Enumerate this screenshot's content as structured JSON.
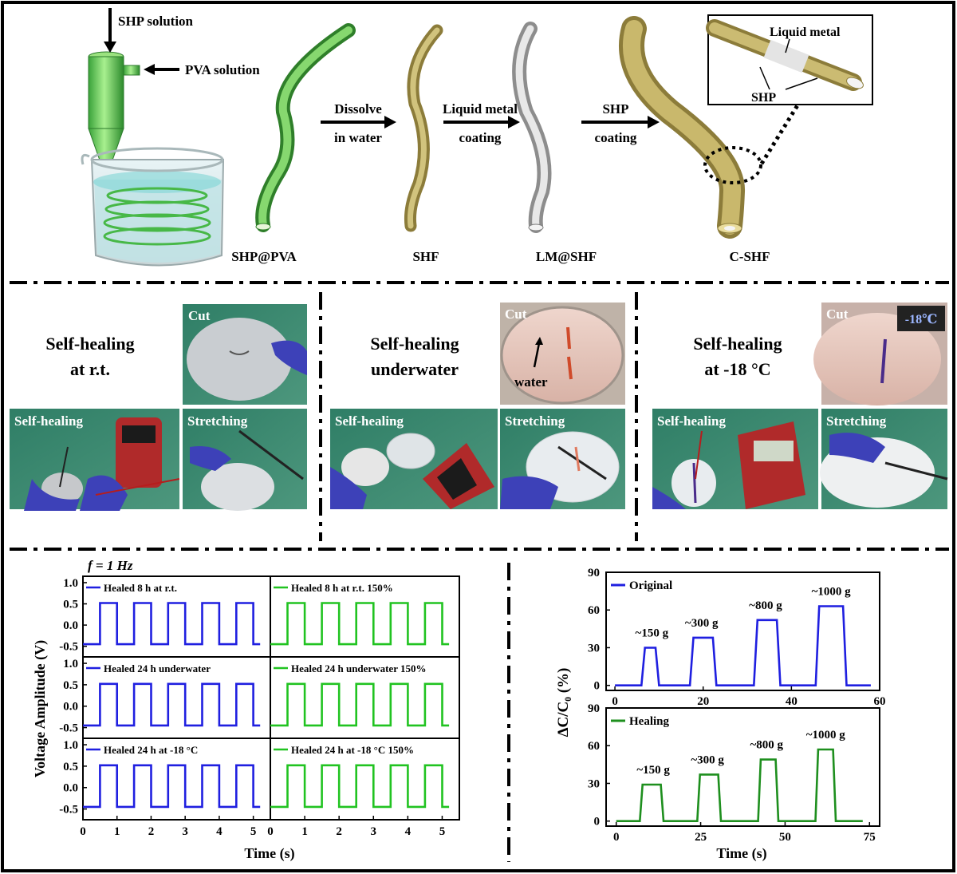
{
  "colors": {
    "blue": "#1f1fe0",
    "green": "#21c321",
    "dark_green": "#1e8f1e",
    "fiber_gold": "#b9a85c",
    "fiber_green": "#4caf3f",
    "fiber_silver": "#c9c9c9",
    "photo_green": "#3f8a70",
    "photo_gray": "#9a9da3",
    "photo_pink": "#e6c8c0"
  },
  "panel_a": {
    "input_shp": "SHP solution",
    "input_pva": "PVA solution",
    "steps": [
      {
        "line1": "Dissolve",
        "line2": "in water"
      },
      {
        "line1": "Liquid metal",
        "line2": "coating"
      },
      {
        "line1": "SHP",
        "line2": "coating"
      }
    ],
    "fibers": [
      "SHP@PVA",
      "SHF",
      "LM@SHF",
      "C-SHF"
    ],
    "inset": {
      "liquid_metal": "Liquid metal",
      "shp": "SHP"
    }
  },
  "panel_b": {
    "groups": [
      {
        "title1": "Self-healing",
        "title2": "at r.t.",
        "photos": {
          "cut": "Cut",
          "healing": "Self-healing",
          "stretch": "Stretching"
        }
      },
      {
        "title1": "Self-healing",
        "title2": "underwater",
        "photos": {
          "cut": "Cut",
          "healing": "Self-healing",
          "stretch": "Stretching"
        },
        "water_label": "water"
      },
      {
        "title1": "Self-healing",
        "title2": "at -18 °C",
        "photos": {
          "cut": "Cut",
          "healing": "Self-healing",
          "stretch": "Stretching"
        },
        "thermo": "-18℃"
      }
    ]
  },
  "chart_data": [
    {
      "type": "line",
      "note": "square-wave voltage, 6 panels",
      "annotation": "f = 1 Hz",
      "ylabel": "Voltage Amplitude (V)",
      "xlabel": "Time (s)",
      "xlim": [
        0,
        5.5
      ],
      "ylim": [
        -0.75,
        1.15
      ],
      "xticks": [
        0,
        1,
        2,
        3,
        4,
        5
      ],
      "yticks": [
        -0.5,
        0.0,
        0.5,
        1.0
      ],
      "yticklabels": [
        "-0.5",
        "0.0",
        "0.5",
        "1.0"
      ],
      "wave": {
        "low": -0.45,
        "high": 0.52,
        "high_intervals": [
          [
            0.5,
            1.0
          ],
          [
            1.5,
            2.0
          ],
          [
            2.5,
            3.0
          ],
          [
            3.5,
            4.0
          ],
          [
            4.5,
            5.0
          ]
        ],
        "x_end": 5.2
      },
      "series": [
        {
          "name": "Healed 8 h at r.t.",
          "color": "#1f1fe0"
        },
        {
          "name": "Healed 8 h at r.t. 150%",
          "color": "#21c321"
        },
        {
          "name": "Healed 24 h underwater",
          "color": "#1f1fe0"
        },
        {
          "name": "Healed 24 h underwater 150%",
          "color": "#21c321"
        },
        {
          "name": "Healed 24 h at -18 °C",
          "color": "#1f1fe0"
        },
        {
          "name": "Healed 24 h at -18 °C 150%",
          "color": "#21c321"
        }
      ]
    },
    {
      "type": "line",
      "ylabel": "ΔC/C₀ (%)",
      "xlabel": "Time (s)",
      "panels": [
        {
          "name": "Original",
          "color": "#1f1fe0",
          "xlim": [
            -2,
            60
          ],
          "ylim": [
            -4,
            90
          ],
          "xticks": [
            0,
            20,
            40,
            60
          ],
          "yticks": [
            0,
            30,
            60,
            90
          ],
          "steps": [
            {
              "start": 6,
              "end": 10,
              "value": 30
            },
            {
              "start": 17,
              "end": 23,
              "value": 38
            },
            {
              "start": 31.5,
              "end": 37.5,
              "value": 52
            },
            {
              "start": 45.5,
              "end": 52.5,
              "value": 63
            }
          ],
          "x_end": 58,
          "labels": [
            "~150 g",
            "~300 g",
            "~800 g",
            "~1000 g"
          ]
        },
        {
          "name": "Healing",
          "color": "#1e8f1e",
          "xlim": [
            -3,
            78
          ],
          "ylim": [
            -4,
            90
          ],
          "xticks": [
            0,
            25,
            50,
            75
          ],
          "yticks": [
            0,
            30,
            60,
            90
          ],
          "steps": [
            {
              "start": 7,
              "end": 14,
              "value": 29
            },
            {
              "start": 24,
              "end": 31,
              "value": 37
            },
            {
              "start": 42,
              "end": 48,
              "value": 49
            },
            {
              "start": 59,
              "end": 65,
              "value": 57
            }
          ],
          "x_end": 73,
          "labels": [
            "~150 g",
            "~300 g",
            "~800 g",
            "~1000 g"
          ]
        }
      ]
    }
  ]
}
